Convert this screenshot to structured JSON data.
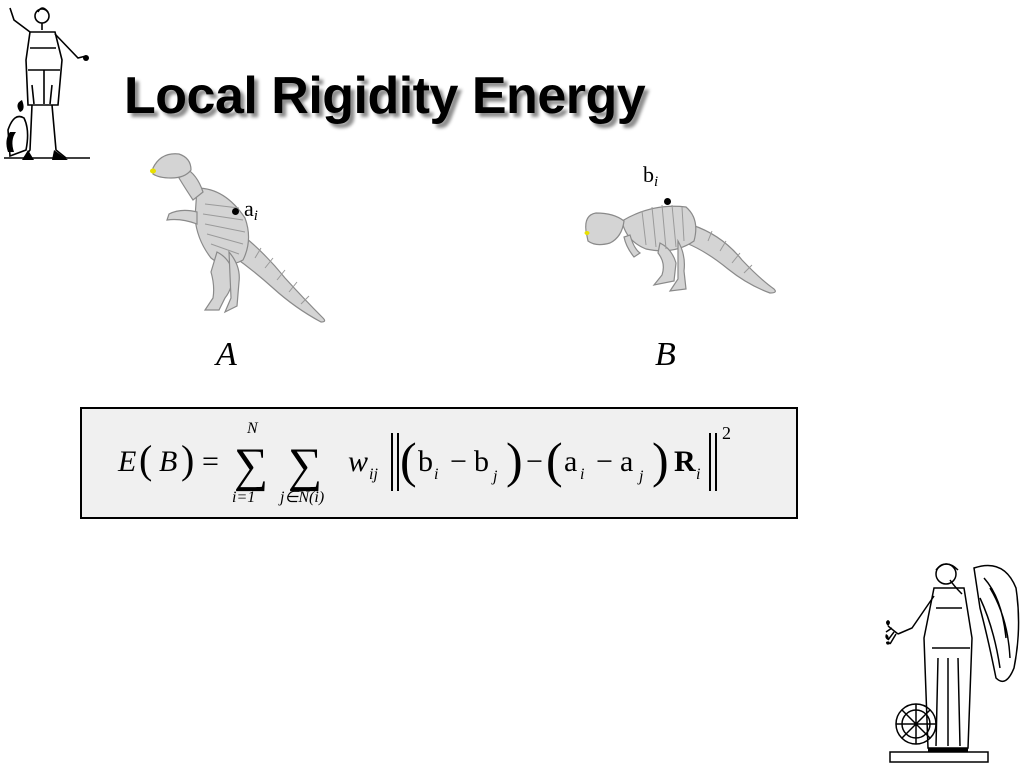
{
  "slide": {
    "title": "Local Rigidity Energy"
  },
  "figures": {
    "shape_a": {
      "label": "A",
      "point": {
        "base": "a",
        "sub": "i"
      }
    },
    "shape_b": {
      "label": "B",
      "point": {
        "base": "b",
        "sub": "i"
      }
    }
  },
  "formula": {
    "lhs_func": "E",
    "lhs_arg": "B",
    "equals": "=",
    "sum1_upper": "N",
    "sum1_lower": "i=1",
    "sum2_lower": "j∈N(i)",
    "weight": "w",
    "weight_sub": "ij",
    "b": "b",
    "a": "a",
    "sub_i": "i",
    "sub_j": "j",
    "minus": "−",
    "rotation": "R",
    "exponent": "2"
  },
  "colors": {
    "box_background": "#f0f0f0",
    "dino_fill": "#d4d4d4",
    "dino_stroke": "#8a8a8a",
    "dino_nose": "#e8e000"
  },
  "icons": {
    "statue_top": "classical-statue-icon",
    "statue_bottom": "winged-victory-statue-icon"
  }
}
